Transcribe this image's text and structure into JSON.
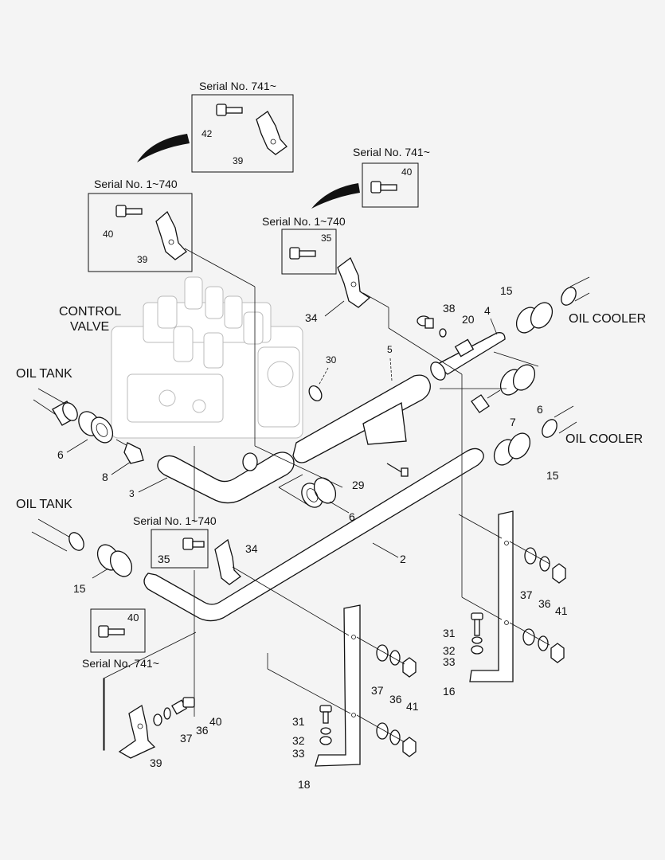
{
  "serial_notes": {
    "top_left_new": "Serial No. 741~",
    "top_right_new": "Serial No. 741~",
    "upper_left_old": "Serial No. 1~740",
    "upper_right_old": "Serial No. 1~740",
    "middle_old": "Serial No. 1~740",
    "lower_new": "Serial No. 741~"
  },
  "components": {
    "control_valve_line1": "CONTROL",
    "control_valve_line2": "VALVE",
    "oil_tank_upper": "OIL TANK",
    "oil_tank_lower": "OIL TANK",
    "oil_cooler_upper": "OIL COOLER",
    "oil_cooler_lower": "OIL COOLER"
  },
  "callouts": {
    "c2": "2",
    "c3": "3",
    "c4": "4",
    "c5": "5",
    "c6": "6",
    "c7": "7",
    "c8": "8",
    "c15": "15",
    "c16": "16",
    "c18": "18",
    "c20": "20",
    "c29": "29",
    "c30": "30",
    "c31": "31",
    "c32": "32",
    "c33": "33",
    "c34": "34",
    "c35": "35",
    "c36": "36",
    "c37": "37",
    "c38": "38",
    "c39": "39",
    "c40": "40",
    "c41": "41",
    "c42": "42"
  }
}
